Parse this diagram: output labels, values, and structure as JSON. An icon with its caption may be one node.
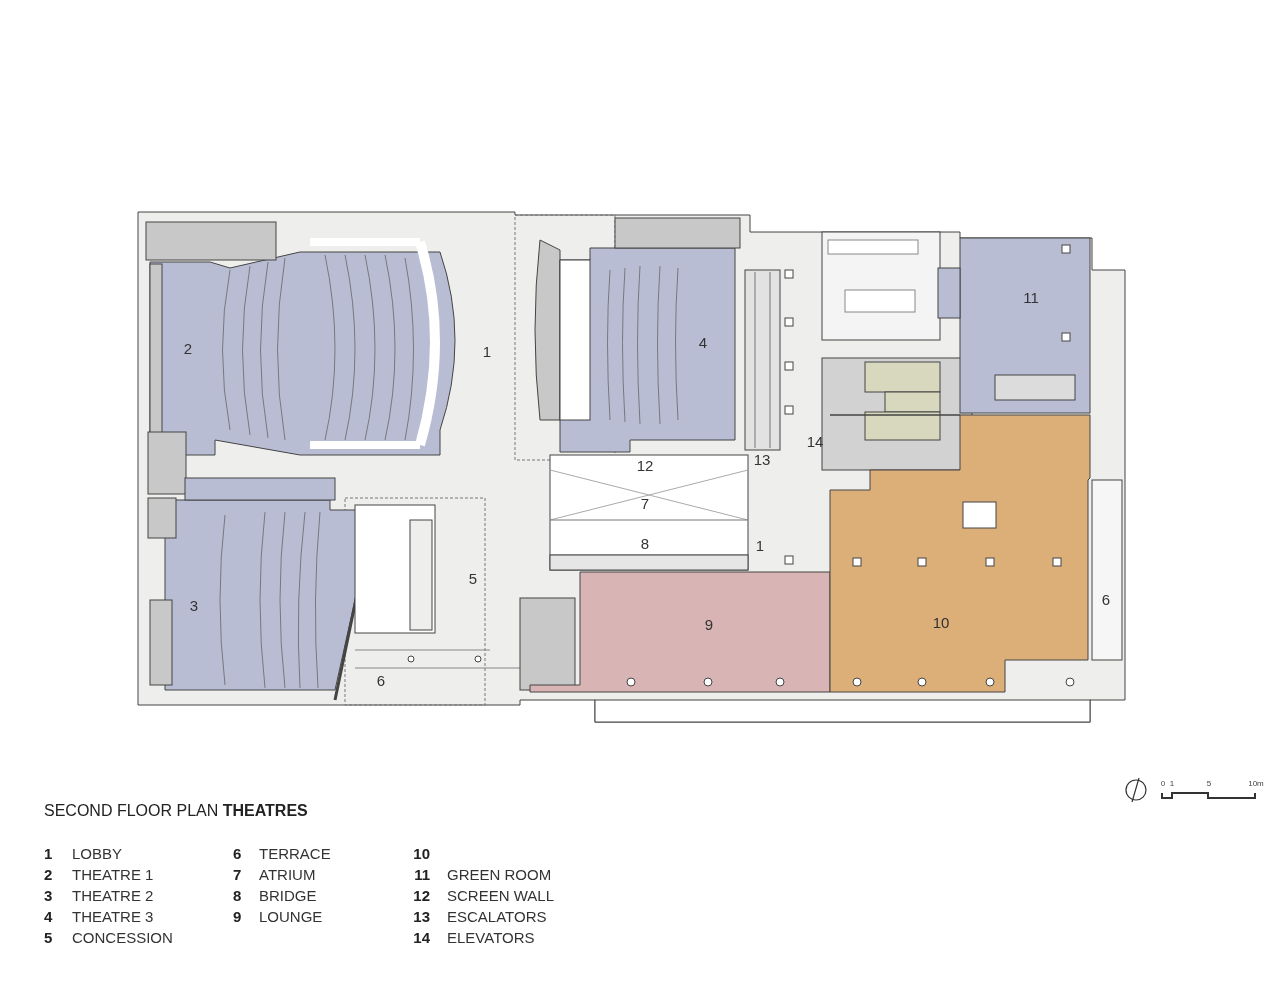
{
  "diagram": {
    "title": "SECOND FLOOR PLAN **THEATRES**",
    "labels": [
      "2",
      "1",
      "4",
      "11",
      "12",
      "7",
      "13",
      "14",
      "8",
      "1",
      "5",
      "3",
      "9",
      "10",
      "6",
      "6",
      "1",
      "LOBBY",
      "6",
      "TERRACE",
      "10",
      "2",
      "THEATRE 1",
      "7",
      "ATRIUM",
      "11",
      "GREEN ROOM",
      "3",
      "THEATRE 2",
      "8",
      "BRIDGE",
      "12",
      "SCREEN WALL",
      "4",
      "THEATRE 3",
      "9",
      "LOUNGE",
      "13",
      "ESCALATORS",
      "5",
      "CONCESSION",
      "14",
      "ELEVATORS",
      "0",
      "1",
      "5",
      "10m"
    ]
  }
}
